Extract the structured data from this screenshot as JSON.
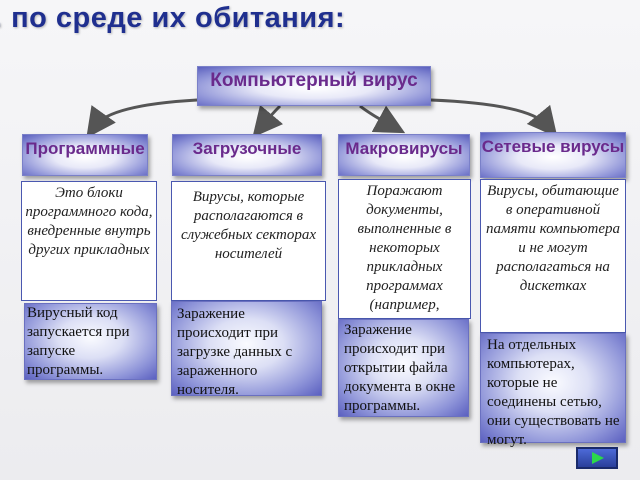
{
  "title": ". по среде их обитания:",
  "root": "Компьютерный вирус",
  "categories": [
    {
      "name": "Программные",
      "description": "Это блоки программного кода, внедренные внутрь других прикладных",
      "note": "Вирусный код запускается при запуске программы."
    },
    {
      "name": "Загрузочные",
      "description": "Вирусы, которые располагаются в служебных секторах носителей",
      "note": "Заражение происходит при загрузке данных с зараженного носителя."
    },
    {
      "name": "Макровирусы",
      "description": "Поражают документы, выполненные в некоторых прикладных программах (например,",
      "note": "Заражение происходит при открытии файла документа в окне программы."
    },
    {
      "name": "Сетевые вирусы",
      "description": "Вирусы, обитающие в оперативной памяти компьютера и не могут располагаться на дискетках",
      "note": "На отдельных компьютерах, которые не соединены сетью, они существовать не могут."
    }
  ],
  "colors": {
    "title": "#1f2f8f",
    "header_text": "#6a2a8c",
    "arrow": "#555555"
  },
  "icons": {
    "next_button": "green-play-triangle-icon"
  }
}
